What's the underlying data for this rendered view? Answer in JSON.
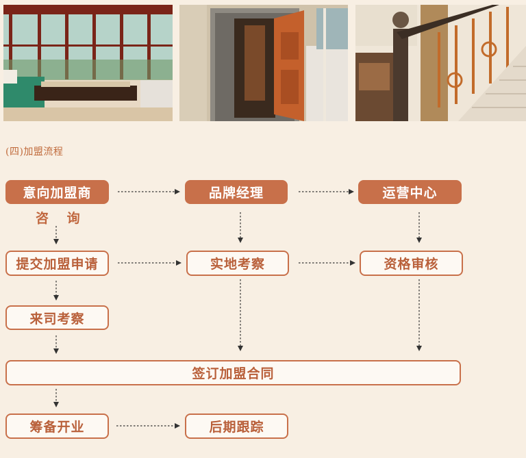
{
  "section_title": "(四)加盟流程",
  "flow": {
    "intent_partner": "意向加盟商",
    "consult": "咨 询",
    "brand_manager": "品牌经理",
    "operations_center": "运营中心",
    "submit_application": "提交加盟申请",
    "site_inspection": "实地考察",
    "qualification_review": "资格审核",
    "company_visit": "来司考察",
    "sign_contract": "签订加盟合同",
    "prepare_opening": "筹备开业",
    "follow_up": "后期跟踪"
  },
  "colors": {
    "accent": "#c8704a",
    "background": "#f8efe3",
    "arrow": "#333333"
  }
}
